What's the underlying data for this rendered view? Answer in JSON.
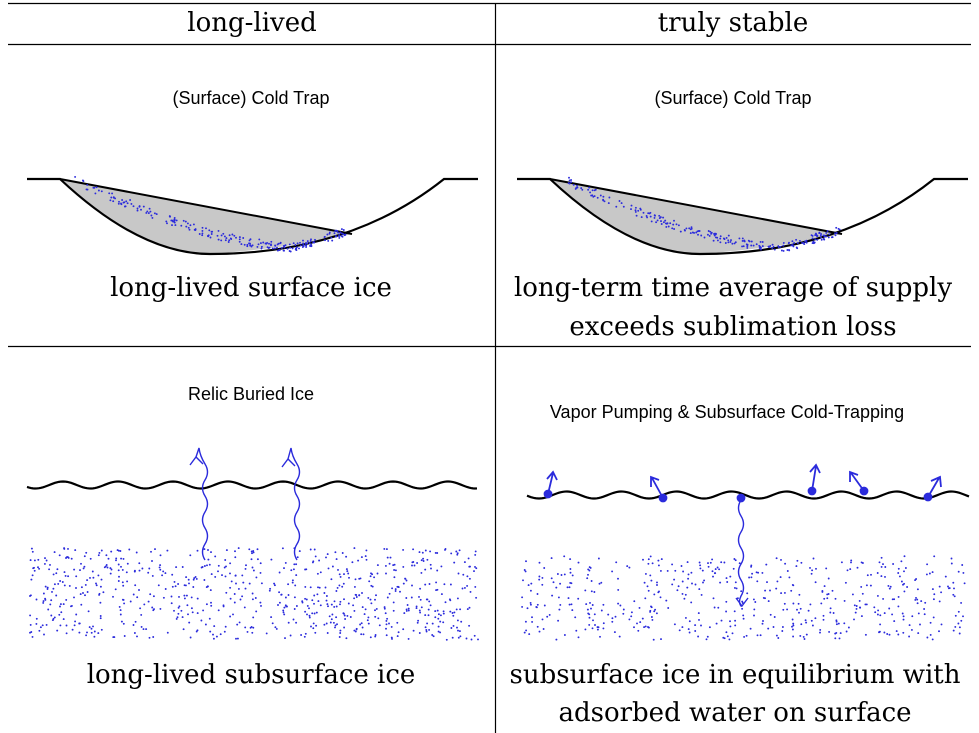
{
  "headers": {
    "left": "long-lived",
    "right": "truly stable"
  },
  "panels": {
    "top_left": {
      "title": "(Surface) Cold Trap",
      "caption": [
        "long-lived surface ice"
      ]
    },
    "top_right": {
      "title": "(Surface) Cold Trap",
      "caption": [
        "long-term time average of supply",
        "exceeds sublimation loss"
      ]
    },
    "bottom_left": {
      "title": "Relic Buried Ice",
      "caption": [
        "long-lived subsurface ice"
      ]
    },
    "bottom_right": {
      "title": "Vapor Pumping & Subsurface Cold-Trapping",
      "caption": [
        "subsurface ice in equilibrium with",
        "adsorbed water on surface"
      ]
    }
  },
  "colors": {
    "ice": "#2b2bdc",
    "fill": "#c8c8c8",
    "line": "#000000"
  }
}
